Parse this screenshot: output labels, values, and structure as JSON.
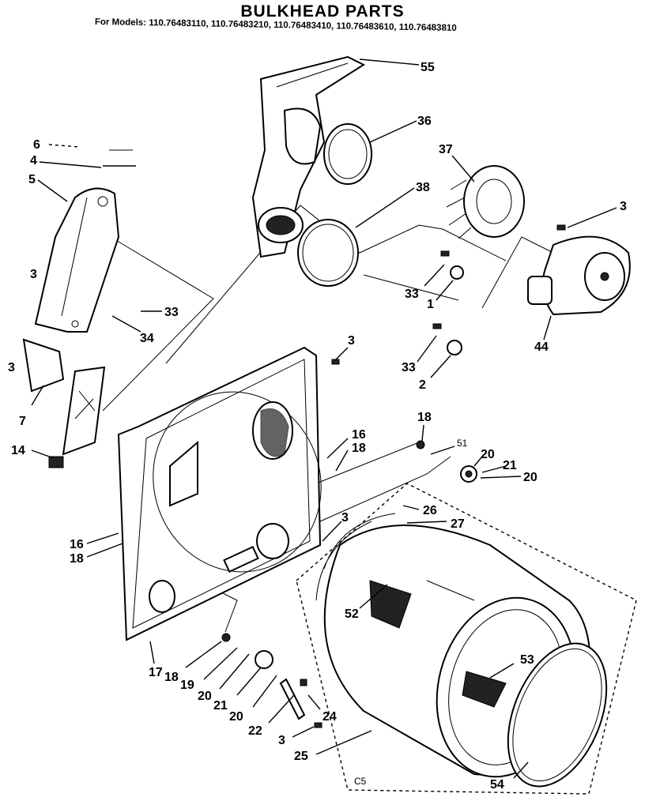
{
  "title": "BULKHEAD PARTS",
  "models": "For Models: 110.76483110, 110.76483210, 110.76483410, 110.76483610, 110.76483810",
  "footer_code": "C5",
  "callouts": [
    {
      "id": "c55",
      "text": "55"
    },
    {
      "id": "c36",
      "text": "36"
    },
    {
      "id": "c37",
      "text": "37"
    },
    {
      "id": "c38",
      "text": "38"
    },
    {
      "id": "c3a",
      "text": "3"
    },
    {
      "id": "c6",
      "text": "6"
    },
    {
      "id": "c4",
      "text": "4"
    },
    {
      "id": "c5",
      "text": "5"
    },
    {
      "id": "c3b",
      "text": "3"
    },
    {
      "id": "c33a",
      "text": "33"
    },
    {
      "id": "c34",
      "text": "34"
    },
    {
      "id": "c3c",
      "text": "3"
    },
    {
      "id": "c7",
      "text": "7"
    },
    {
      "id": "c14",
      "text": "14"
    },
    {
      "id": "c33b",
      "text": "33"
    },
    {
      "id": "c1",
      "text": "1"
    },
    {
      "id": "c44",
      "text": "44"
    },
    {
      "id": "c33c",
      "text": "33"
    },
    {
      "id": "c2",
      "text": "2"
    },
    {
      "id": "c3d",
      "text": "3"
    },
    {
      "id": "c18a",
      "text": "18"
    },
    {
      "id": "c16a",
      "text": "16"
    },
    {
      "id": "c18b",
      "text": "18"
    },
    {
      "id": "c51",
      "text": "51"
    },
    {
      "id": "c20a",
      "text": "20"
    },
    {
      "id": "c21a",
      "text": "21"
    },
    {
      "id": "c20b",
      "text": "20"
    },
    {
      "id": "c26",
      "text": "26"
    },
    {
      "id": "c27",
      "text": "27"
    },
    {
      "id": "c3e",
      "text": "3"
    },
    {
      "id": "c16b",
      "text": "16"
    },
    {
      "id": "c18c",
      "text": "18"
    },
    {
      "id": "c52",
      "text": "52"
    },
    {
      "id": "c53",
      "text": "53"
    },
    {
      "id": "c17",
      "text": "17"
    },
    {
      "id": "c18d",
      "text": "18"
    },
    {
      "id": "c19",
      "text": "19"
    },
    {
      "id": "c20c",
      "text": "20"
    },
    {
      "id": "c21b",
      "text": "21"
    },
    {
      "id": "c20d",
      "text": "20"
    },
    {
      "id": "c22",
      "text": "22"
    },
    {
      "id": "c24",
      "text": "24"
    },
    {
      "id": "c3f",
      "text": "3"
    },
    {
      "id": "c25",
      "text": "25"
    },
    {
      "id": "c54",
      "text": "54"
    }
  ]
}
